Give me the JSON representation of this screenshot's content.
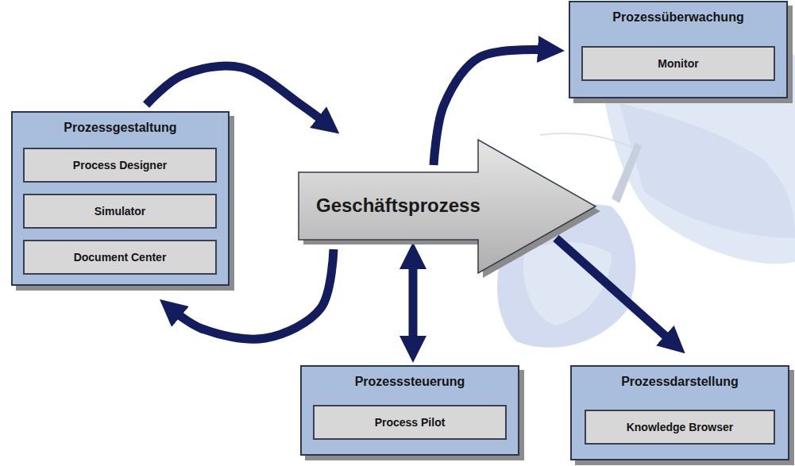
{
  "diagram": {
    "nodes": [
      {
        "text": [
          "Prozessüberwachung"
        ]
      },
      {
        "text": [
          "Monitor"
        ],
        "in": 0
      },
      {
        "text": [
          "Prozessgestaltung"
        ]
      },
      {
        "text": [
          "Process Designer"
        ],
        "in": 2
      },
      {
        "text": [
          "Simulator"
        ],
        "in": 2
      },
      {
        "text": [
          "Document Center"
        ],
        "in": 2
      },
      {
        "text": [
          "Geschäftsprozess"
        ]
      },
      {
        "text": [
          "Prozesssteuerung"
        ]
      },
      {
        "text": [
          "Process Pilot"
        ],
        "in": 7
      },
      {
        "text": [
          "Prozessdarstellung"
        ]
      },
      {
        "text": [
          "Knowledge Browser"
        ],
        "in": 9
      }
    ],
    "edges": [
      {
        "from": 2,
        "to": 6,
        "arrow": "to"
      },
      {
        "from": 6,
        "to": 2,
        "arrow": "to"
      },
      {
        "from": 6,
        "to": 0,
        "arrow": "to"
      },
      {
        "from": 6,
        "to": 7,
        "arrow": "both"
      },
      {
        "from": 6,
        "to": 9,
        "arrow": "to"
      }
    ]
  }
}
